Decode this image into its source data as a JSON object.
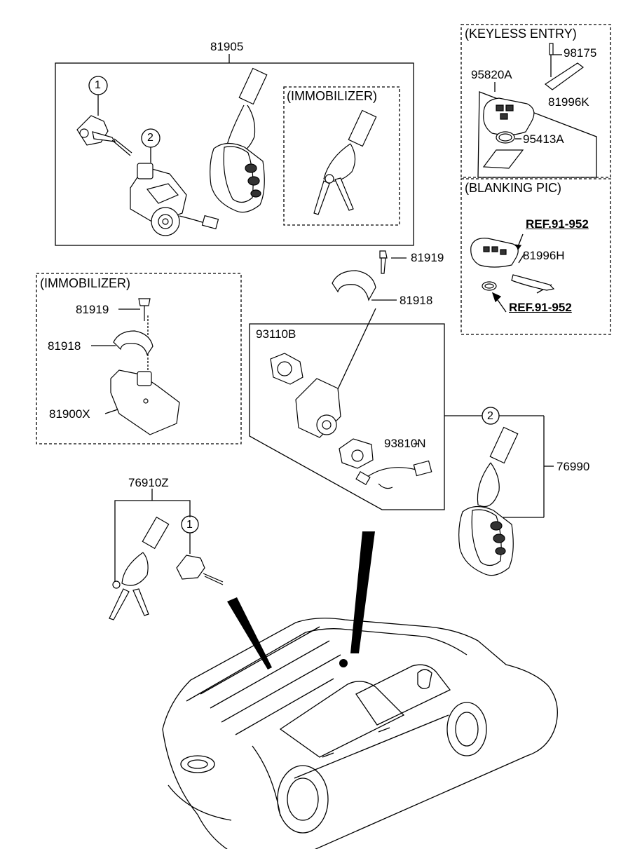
{
  "headers": {
    "keyless_entry": "(KEYLESS ENTRY)",
    "blanking_pic": "(BLANKING PIC)",
    "immobilizer_top": "(IMMOBILIZER)",
    "immobilizer_left": "(IMMOBILIZER)"
  },
  "parts": {
    "p81905": "81905",
    "p98175": "98175",
    "p95820A": "95820A",
    "p81996K": "81996K",
    "p95413A": "95413A",
    "p81919_right": "81919",
    "p81918_right": "81918",
    "p81996H": "81996H",
    "p81919_left": "81919",
    "p81918_left": "81918",
    "p81900X": "81900X",
    "p93110B": "93110B",
    "p93810N": "93810N",
    "p76990": "76990",
    "p76910Z": "76910Z"
  },
  "refs": {
    "ref_top": "REF.91-952",
    "ref_bottom": "REF.91-952"
  },
  "callouts": {
    "c1_top": "1",
    "c2_top": "2",
    "c2_mid": "2",
    "c1_bottom": "1"
  }
}
